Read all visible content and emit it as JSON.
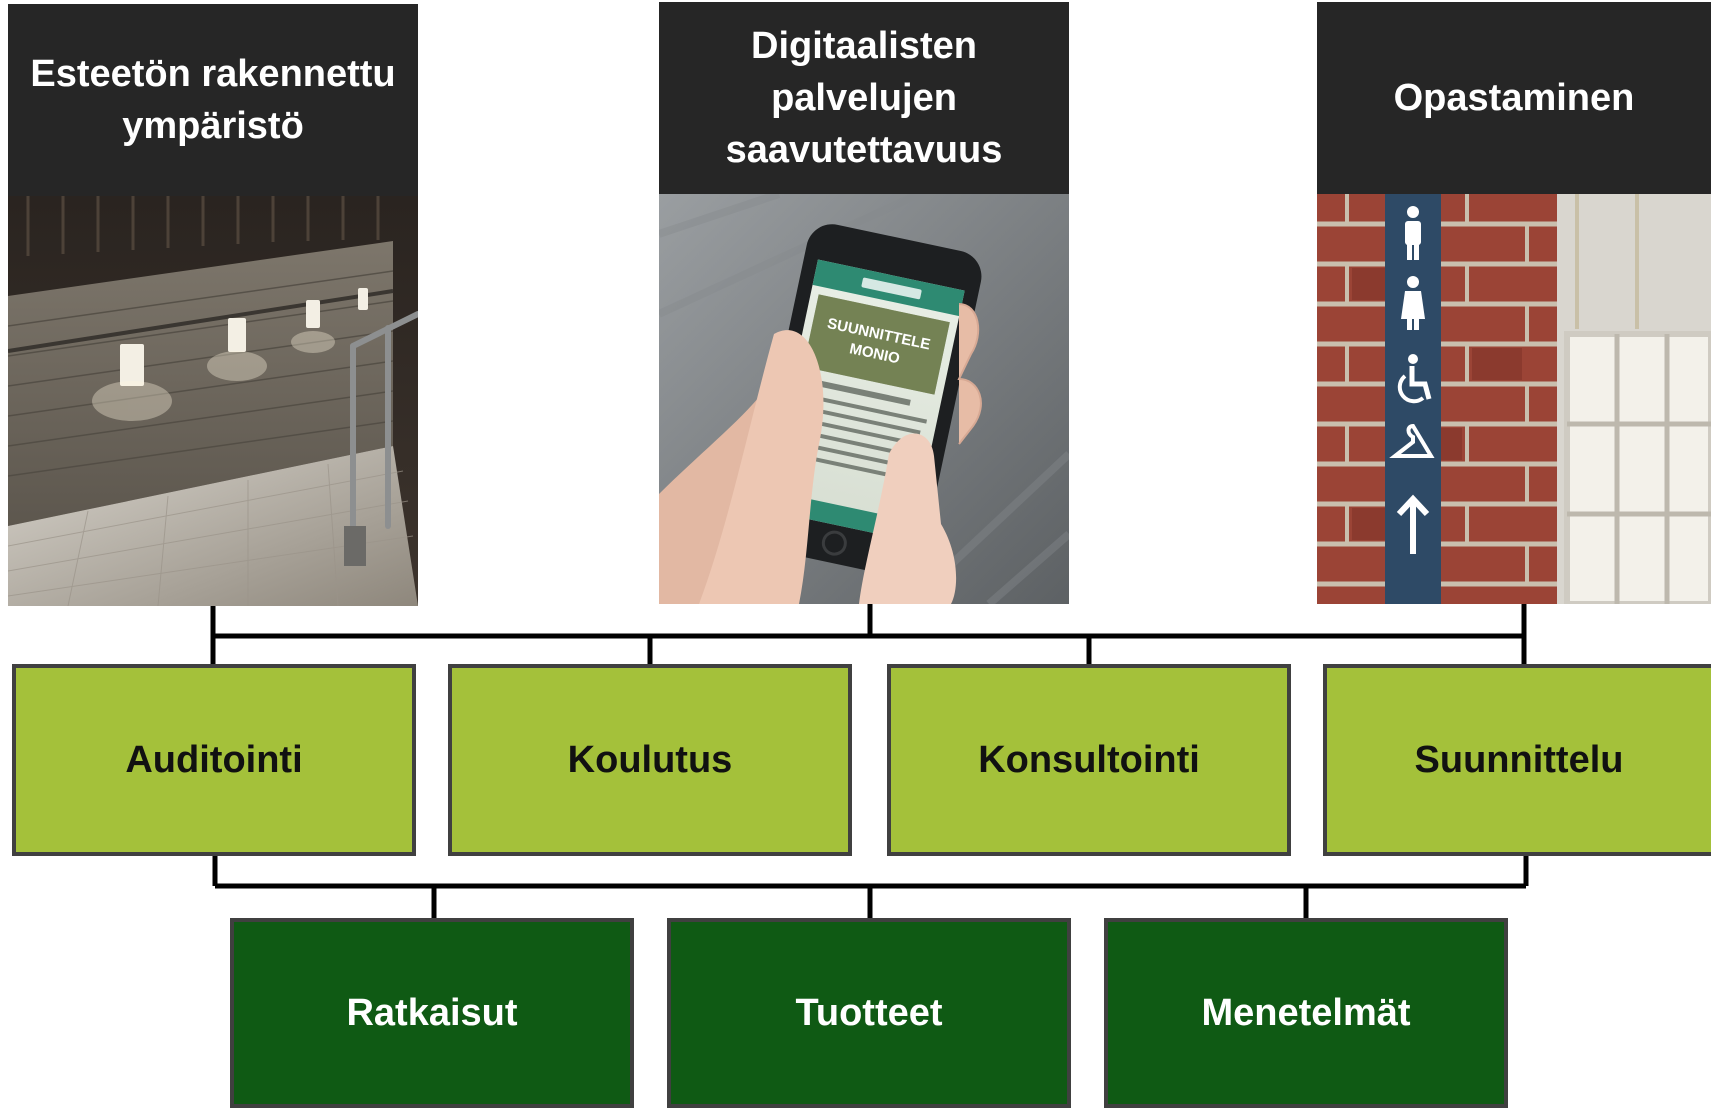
{
  "topics": [
    {
      "title": "Esteetön rakennettu ympäristö",
      "image": "illuminated-ramp-photo"
    },
    {
      "title": "Digitaalisten palvelujen saavutettavuus",
      "image": "hand-holding-smartphone-photo"
    },
    {
      "title": "Opastaminen",
      "image": "wayfinding-sign-on-brick-wall-photo"
    }
  ],
  "phone_screen": {
    "title_line1": "SUUNNITTELE",
    "title_line2": "MONIO"
  },
  "services": [
    "Auditointi",
    "Koulutus",
    "Konsultointi",
    "Suunnittelu"
  ],
  "outcomes": [
    "Ratkaisut",
    "Tuotteet",
    "Menetelmät"
  ],
  "colors": {
    "header_bg": "#262626",
    "service_bg": "#a4c13a",
    "outcome_bg": "#0f5a14",
    "connector": "#000000"
  }
}
